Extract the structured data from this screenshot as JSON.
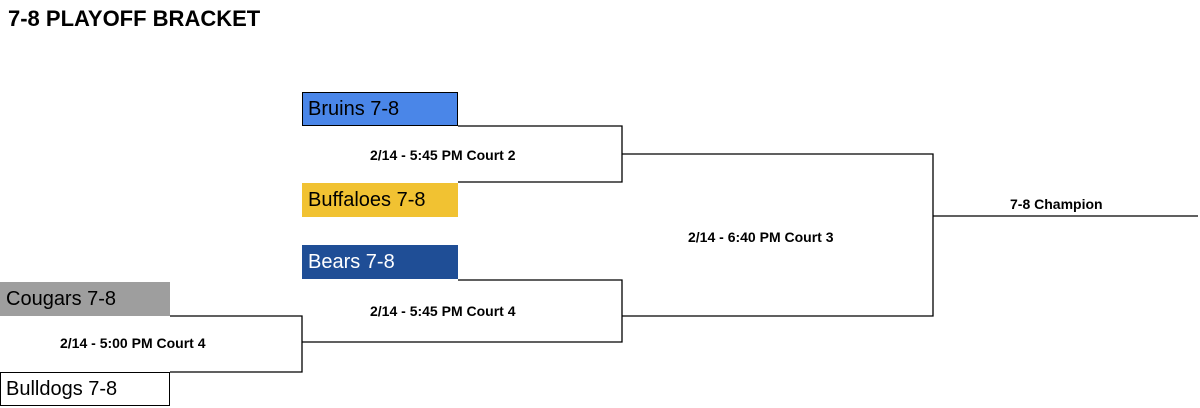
{
  "title": "7-8 PLAYOFF BRACKET",
  "teams": {
    "bruins": {
      "name": "Bruins 7-8",
      "color": "#4a86e8"
    },
    "buffaloes": {
      "name": "Buffaloes 7-8",
      "color": "#f1c232"
    },
    "bears": {
      "name": "Bears 7-8",
      "color": "#1f4e96"
    },
    "cougars": {
      "name": "Cougars 7-8",
      "color": "#9e9e9e"
    },
    "bulldogs": {
      "name": "Bulldogs 7-8",
      "color": "#ffffff"
    }
  },
  "games": {
    "game_court2": "2/14 - 5:45 PM Court 2",
    "game_court4_second": "2/14 - 5:45 PM Court 4",
    "game_court4_first": "2/14 - 5:00 PM Court 4",
    "final": "2/14 - 6:40 PM Court 3"
  },
  "champion_label": "7-8 Champion"
}
